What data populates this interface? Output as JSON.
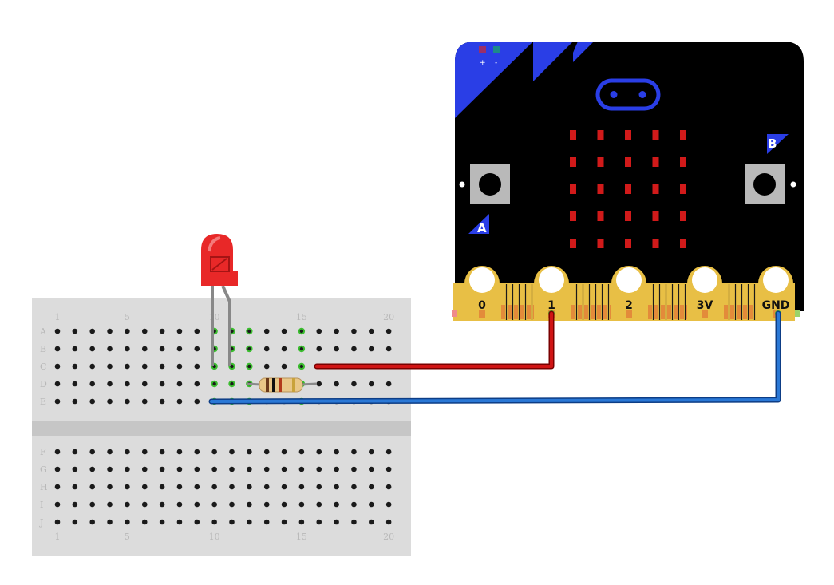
{
  "breadboard": {
    "top_rows": [
      "A",
      "B",
      "C",
      "D",
      "E"
    ],
    "bottom_rows": [
      "F",
      "G",
      "H",
      "I",
      "J"
    ],
    "column_numbers": [
      "1",
      "5",
      "10",
      "15",
      "20"
    ]
  },
  "microbit": {
    "pins": [
      "0",
      "1",
      "2",
      "3V",
      "GND"
    ],
    "buttons": [
      "A",
      "B"
    ],
    "battery_labels": [
      "+",
      "-"
    ],
    "led_color": "#d11a1a",
    "board_color": "#000000",
    "accent_color": "#2a3ee6",
    "pad_color": "#e8bf45"
  },
  "wires": [
    {
      "color": "#cc1111",
      "from": "breadboard C15",
      "to": "pin 1"
    },
    {
      "color": "#1f66cc",
      "from": "breadboard E10",
      "to": "pin GND"
    }
  ],
  "components": {
    "led_color": "#e82828",
    "resistor_color": "#e9c787"
  }
}
